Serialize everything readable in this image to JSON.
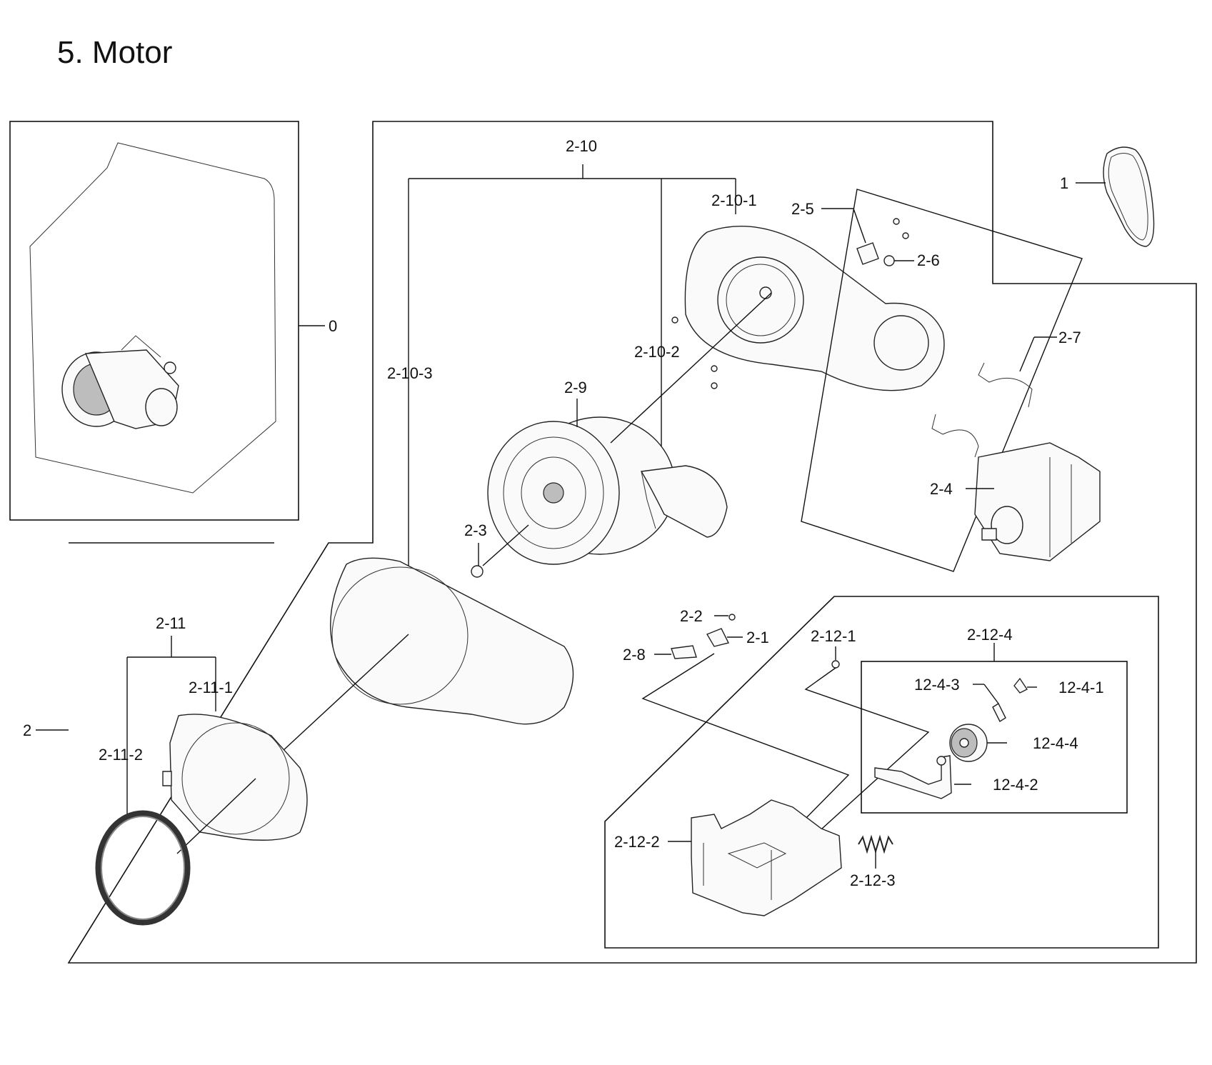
{
  "title": "5. Motor",
  "labels": {
    "p0": "0",
    "p1": "1",
    "p2": "2",
    "p2_1": "2-1",
    "p2_2": "2-2",
    "p2_3": "2-3",
    "p2_4": "2-4",
    "p2_5": "2-5",
    "p2_6": "2-6",
    "p2_7": "2-7",
    "p2_8": "2-8",
    "p2_9": "2-9",
    "p2_10": "2-10",
    "p2_10_1": "2-10-1",
    "p2_10_2": "2-10-2",
    "p2_10_3": "2-10-3",
    "p2_11": "2-11",
    "p2_11_1": "2-11-1",
    "p2_11_2": "2-11-2",
    "p2_12_1": "2-12-1",
    "p2_12_2": "2-12-2",
    "p2_12_3": "2-12-3",
    "p2_12_4": "2-12-4",
    "p12_4_1": "12-4-1",
    "p12_4_2": "12-4-2",
    "p12_4_3": "12-4-3",
    "p12_4_4": "12-4-4"
  }
}
